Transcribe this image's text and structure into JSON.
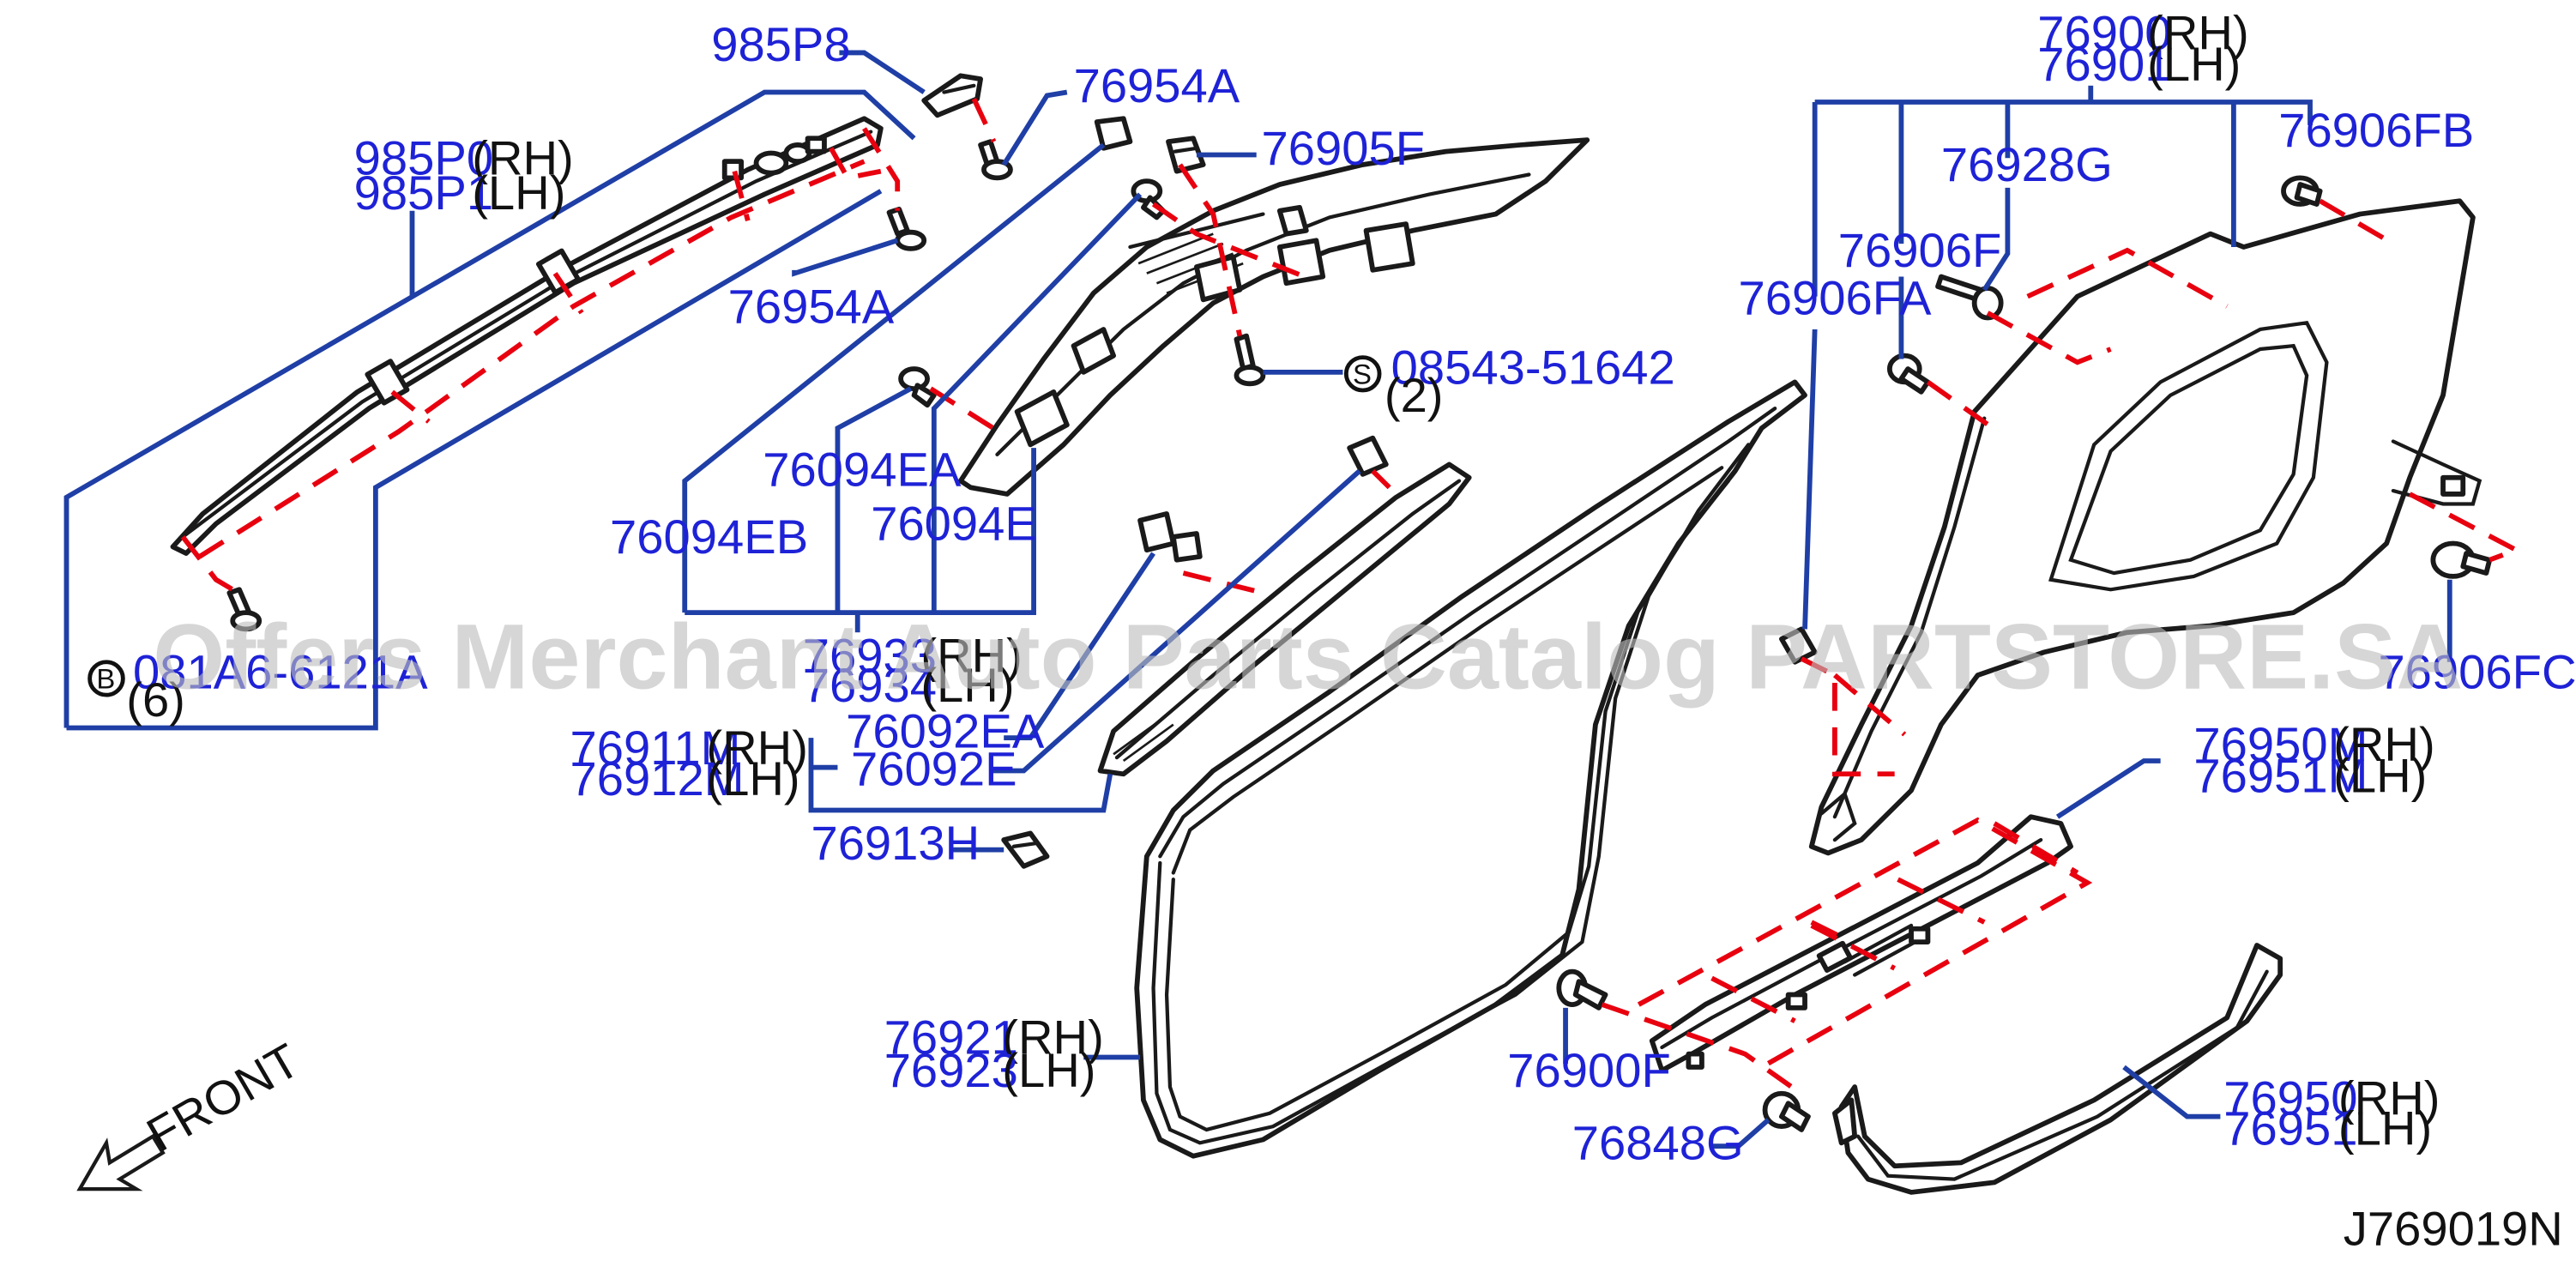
{
  "drawing_code": "J769019N",
  "watermark": "Offers Merchant Auto Parts Catalog PARTSTORE.SA",
  "direction_label": "FRONT",
  "side_rh": "(RH)",
  "side_lh": "(LH)",
  "labels": {
    "p985P8": "985P8",
    "p985P0": "985P0",
    "p985P1": "985P1",
    "p76954A_top": "76954A",
    "p76954A_bottom": "76954A",
    "p76905F": "76905F",
    "p08543": "08543-51642",
    "p08543_qty": "(2)",
    "p081A6": "081A6-6121A",
    "p081A6_qty": "(6)",
    "p76094EA": "76094EA",
    "p76094EB": "76094EB",
    "p76094E": "76094E",
    "p76933": "76933",
    "p76934": "76934",
    "p76092EA": "76092EA",
    "p76092E": "76092E",
    "p76911M": "76911M",
    "p76912M": "76912M",
    "p76913H": "76913H",
    "p76921": "76921",
    "p76923": "76923",
    "p76900": "76900",
    "p76901": "76901",
    "p76906FB": "76906FB",
    "p76928G": "76928G",
    "p76906F": "76906F",
    "p76906FA": "76906FA",
    "p76906FC": "76906FC",
    "p76950M": "76950M",
    "p76951M": "76951M",
    "p76900F": "76900F",
    "p76848G": "76848G",
    "p76950": "76950",
    "p76951": "76951"
  },
  "circle_markers": {
    "bolt": "B",
    "screw": "S"
  },
  "colors": {
    "part_number": "#1e22d6",
    "leader_line": "#1f3fa6",
    "installation_dash": "#e8000f",
    "outline": "#1a1a1a",
    "watermark": "#bdbdbd"
  }
}
